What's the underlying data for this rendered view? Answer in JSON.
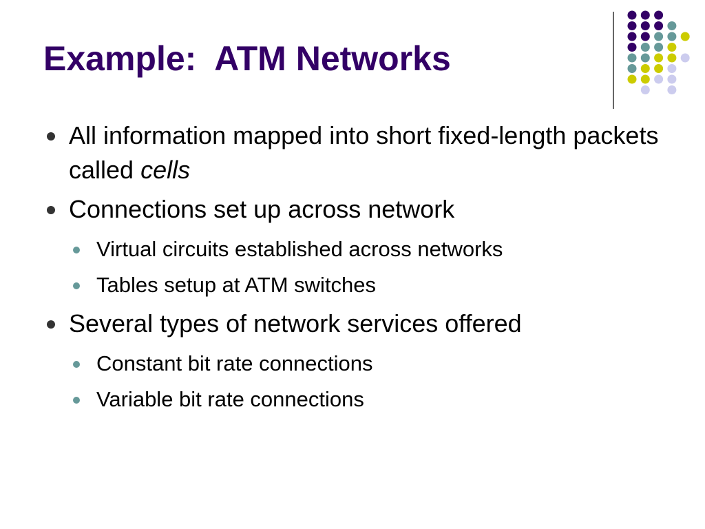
{
  "slide": {
    "title": "Example:  ATM Networks",
    "bullets": [
      {
        "text": "All information mapped into short fixed-length packets called ",
        "emphasis": "cells",
        "subitems": []
      },
      {
        "text": "Connections set up across network",
        "subitems": [
          "Virtual circuits established across networks",
          "Tables setup at ATM switches"
        ]
      },
      {
        "text": "Several types of network services offered",
        "subitems": [
          "Constant bit rate connections",
          "Variable bit rate connections"
        ]
      }
    ]
  },
  "colors": {
    "title": "#330066",
    "bullet_level1": "#333333",
    "bullet_level2": "#669999",
    "dot_purple": "#330066",
    "dot_teal": "#669999",
    "dot_yellow": "#cccc00",
    "dot_lavender": "#ccccee"
  },
  "decoration": {
    "dot_grid": [
      [
        "purple",
        "purple",
        "purple",
        null,
        null
      ],
      [
        "purple",
        "purple",
        "purple",
        "teal",
        null
      ],
      [
        "purple",
        "purple",
        "teal",
        "teal",
        "yellow"
      ],
      [
        "purple",
        "teal",
        "teal",
        "yellow",
        null
      ],
      [
        "teal",
        "teal",
        "yellow",
        "yellow",
        "lavender"
      ],
      [
        "teal",
        "yellow",
        "yellow",
        "lavender",
        null
      ],
      [
        "yellow",
        "yellow",
        "lavender",
        "lavender",
        null
      ],
      [
        null,
        "lavender",
        null,
        "lavender",
        null
      ]
    ]
  }
}
